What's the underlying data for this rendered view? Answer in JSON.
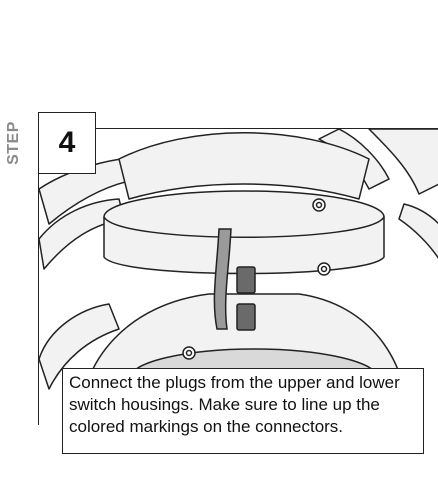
{
  "step": {
    "label": "STEP",
    "number": "4"
  },
  "caption": "Connect the plugs from the upper and lower switch housings. Make sure to line up the colored markings on the connectors."
}
